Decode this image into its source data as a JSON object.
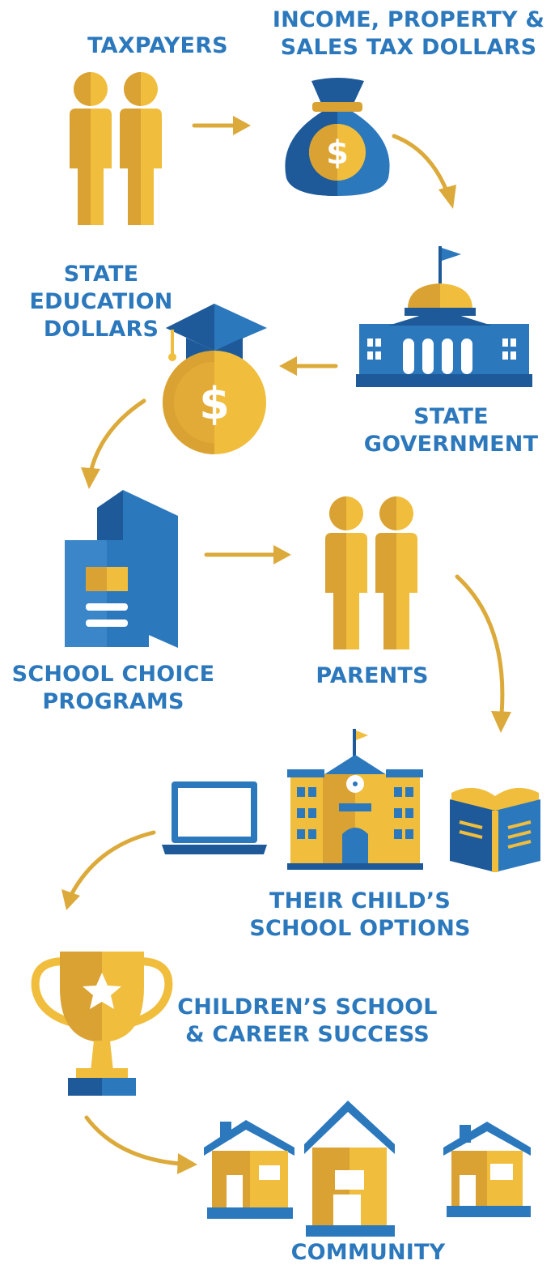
{
  "colors": {
    "blue": "#2c78bd",
    "blue_dark": "#1e5a99",
    "gold": "#f0bd3c",
    "gold_dark": "#d9a233",
    "arrow": "#dcaa3a"
  },
  "steps": {
    "taxpayers": {
      "line1": "TAXPAYERS",
      "icon": "people-icon"
    },
    "tax_dollars": {
      "line1": "INCOME, PROPERTY &",
      "line2": "SALES TAX DOLLARS",
      "icon": "money-bag-icon"
    },
    "state_government": {
      "line1": "STATE",
      "line2": "GOVERNMENT",
      "icon": "capitol-building-icon"
    },
    "state_education_dollars": {
      "line1": "STATE",
      "line2": "EDUCATION",
      "line3": "DOLLARS",
      "icon": "graduation-coin-icon"
    },
    "school_choice_programs": {
      "line1": "SCHOOL CHOICE",
      "line2": "PROGRAMS",
      "icon": "brochure-icon"
    },
    "parents": {
      "line1": "PARENTS",
      "icon": "people-icon"
    },
    "school_options": {
      "line1": "THEIR CHILD’S",
      "line2": "SCHOOL OPTIONS",
      "icons": [
        "laptop-icon",
        "school-building-icon",
        "open-book-icon"
      ]
    },
    "success": {
      "line1": "CHILDREN’S SCHOOL",
      "line2": "& CAREER SUCCESS",
      "icon": "trophy-icon"
    },
    "community": {
      "line1": "COMMUNITY",
      "icon": "houses-icon"
    }
  }
}
